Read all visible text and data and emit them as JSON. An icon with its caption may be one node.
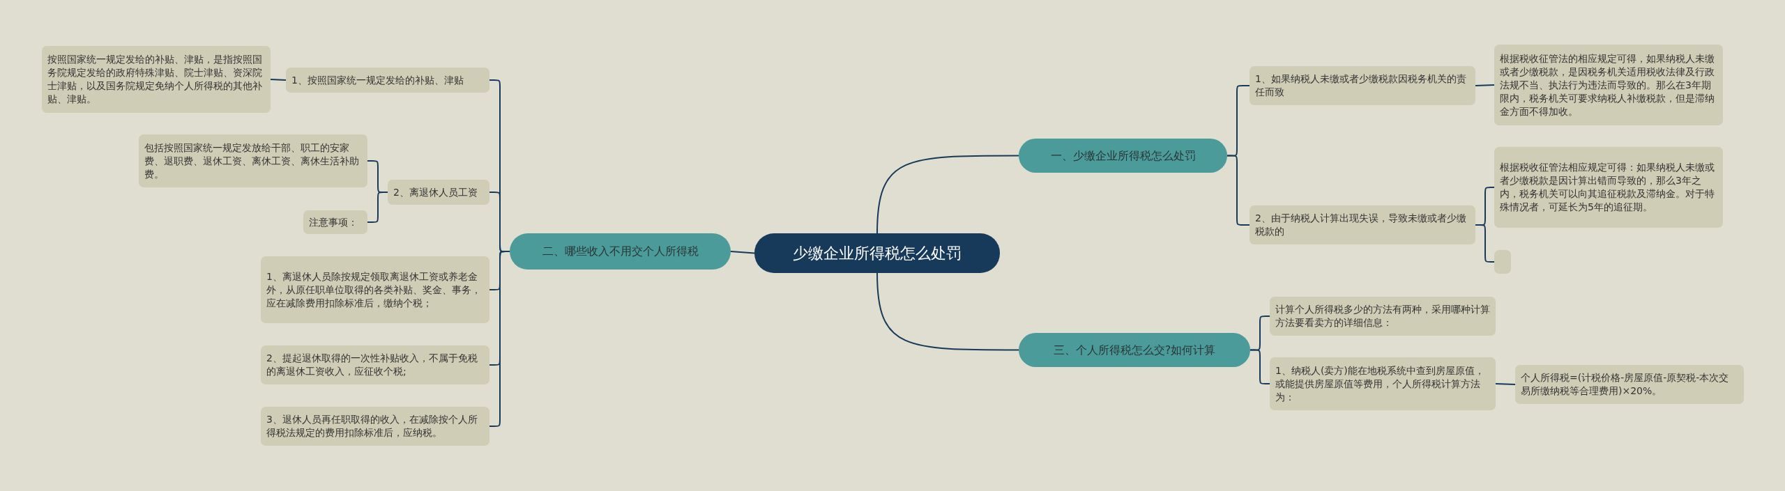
{
  "diagram": {
    "nodes": [
      {
        "text": [
          "少缴企业所得税怎么处罚"
        ]
      },
      {
        "text": [
          "二、哪些收入不用交个人所得税"
        ]
      },
      {
        "text": [
          "1、按照国家统一规定发给的补贴、津贴"
        ]
      },
      {
        "text": [
          "按照国家统一规定发给的补贴、津贴，是指按照国务院规定发给的政府特殊津贴、院士津贴、资深院士津贴，以及国务院规定免纳个人所得税的其他补贴、津贴。"
        ]
      },
      {
        "text": [
          "2、离退休人员工资"
        ]
      },
      {
        "text": [
          "包括按照国家统一规定发放给干部、职工的安家费、退职费、退休工资、离休工资、离休生活补助费。"
        ]
      },
      {
        "text": [
          "注意事项："
        ]
      },
      {
        "text": [
          "1、离退休人员除按规定领取离退休工资或养老金外，从原任职单位取得的各类补贴、奖金、事务，应在减除费用扣除标准后，缴纳个税；"
        ]
      },
      {
        "text": [
          "2、提起退休取得的一次性补贴收入，不属于免税的离退休工资收入，应征收个税;"
        ]
      },
      {
        "text": [
          "3、退休人员再任职取得的收入，在减除按个人所得税法规定的费用扣除标准后，应纳税。"
        ]
      },
      {
        "text": [
          "一、少缴企业所得税怎么处罚"
        ]
      },
      {
        "text": [
          "1、如果纳税人未缴或者少缴税款因税务机关的责任而致"
        ]
      },
      {
        "text": [
          "根据税收征管法的相应规定可得，如果纳税人未缴或者少缴税款，是因税务机关适用税收法律及行政法规不当、执法行为违法而导致的。那么在3年期限内，税务机关可要求纳税人补缴税款，但是滞纳金方面不得加收。"
        ]
      },
      {
        "text": [
          "2、由于纳税人计算出现失误，导致未缴或者少缴税款的"
        ]
      },
      {
        "text": [
          "根据税收征管法相应规定可得：如果纳税人未缴或者少缴税款是因计算出错而导致的，那么3年之内，税务机关可以向其追征税款及滞纳金。对于特殊情况者，可延长为5年的追征期。"
        ]
      },
      {
        "text": [],
        "shape": "box"
      },
      {
        "text": [
          "三、个人所得税怎么交?如何计算"
        ]
      },
      {
        "text": [
          "计算个人所得税多少的方法有两种，采用哪种计算方法要看卖方的详细信息："
        ]
      },
      {
        "text": [
          "1、纳税人(卖方)能在地税系统中查到房屋原值，或能提供房屋原值等费用，个人所得税计算方法为："
        ]
      },
      {
        "text": [
          "个人所得税=(计税价格-房屋原值-原契税-本次交易所缴纳税等合理费用)×20%。"
        ]
      }
    ],
    "edges": [
      {
        "from": 0,
        "to": 1,
        "arrow": "none"
      },
      {
        "from": 1,
        "to": 2,
        "arrow": "none"
      },
      {
        "from": 2,
        "to": 3,
        "arrow": "none"
      },
      {
        "from": 1,
        "to": 4,
        "arrow": "none"
      },
      {
        "from": 4,
        "to": 5,
        "arrow": "none"
      },
      {
        "from": 4,
        "to": 6,
        "arrow": "none"
      },
      {
        "from": 1,
        "to": 7,
        "arrow": "none"
      },
      {
        "from": 1,
        "to": 8,
        "arrow": "none"
      },
      {
        "from": 1,
        "to": 9,
        "arrow": "none"
      },
      {
        "from": 0,
        "to": 10,
        "arrow": "none"
      },
      {
        "from": 10,
        "to": 11,
        "arrow": "none"
      },
      {
        "from": 11,
        "to": 12,
        "arrow": "none"
      },
      {
        "from": 10,
        "to": 13,
        "arrow": "none"
      },
      {
        "from": 13,
        "to": 14,
        "arrow": "none"
      },
      {
        "from": 13,
        "to": 15,
        "arrow": "none"
      },
      {
        "from": 0,
        "to": 16,
        "arrow": "none"
      },
      {
        "from": 16,
        "to": 17,
        "arrow": "none"
      },
      {
        "from": 16,
        "to": 18,
        "arrow": "none"
      },
      {
        "from": 18,
        "to": 19,
        "arrow": "none"
      }
    ]
  }
}
